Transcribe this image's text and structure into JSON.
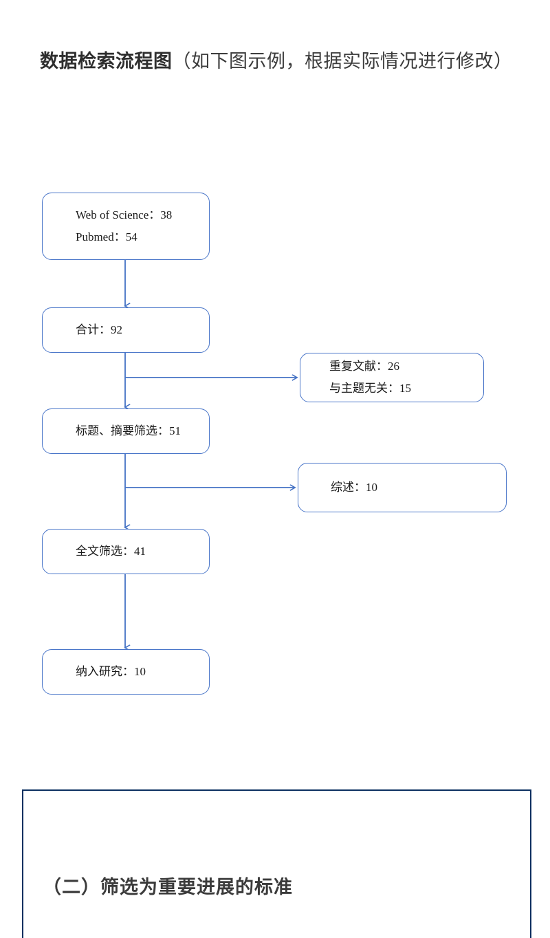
{
  "title": {
    "bold_part": "数据检索流程图",
    "rest": "（如下图示例，根据实际情况进行修改）"
  },
  "colors": {
    "flow_border": "#4a76c9",
    "flow_arrow": "#4472c4",
    "section_border": "#0b2f60",
    "title_text": "#3c3c3c"
  },
  "flowchart": {
    "type": "prisma-flow-diagram",
    "nodes": {
      "sources": {
        "line1": "Web of Science：38",
        "line2": "Pubmed：54"
      },
      "total": {
        "line1": "合计：92"
      },
      "screen_title_abstract": {
        "line1": "标题、摘要筛选：51"
      },
      "screen_fulltext": {
        "line1": "全文筛选：41"
      },
      "included": {
        "line1": "纳入研究：10"
      },
      "excluded_duplicates": {
        "line1": "重复文献：26",
        "line2": "与主题无关：15"
      },
      "excluded_reviews": {
        "line1": "综述：10"
      }
    }
  },
  "section": {
    "heading": "（二）筛选为重要进展的标准"
  }
}
